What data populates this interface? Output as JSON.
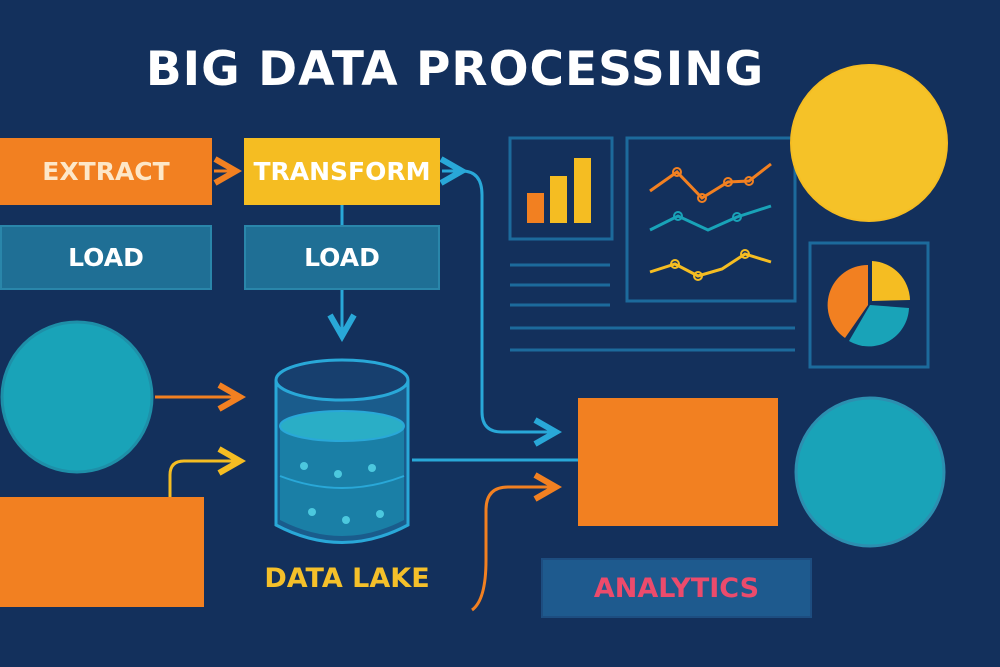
{
  "title": "BIG DATA PROCESSING",
  "steps": {
    "extract": "EXTRACT",
    "transform": "TRANSFORM",
    "load_left": "LOAD",
    "load_right": "LOAD"
  },
  "storage": {
    "label": "DATA LAKE"
  },
  "output": {
    "label": "ANALYTICS"
  },
  "colors": {
    "background": "#13305c",
    "orange": "#f28021",
    "yellow": "#f5bd22",
    "teal": "#19a3b8",
    "blue_box": "#1f6f95",
    "analytics_text": "#ec4b6c",
    "line": "#29a8d8"
  },
  "icons": [
    "bar-chart-icon",
    "line-chart-icon",
    "pie-chart-icon",
    "database-icon"
  ]
}
